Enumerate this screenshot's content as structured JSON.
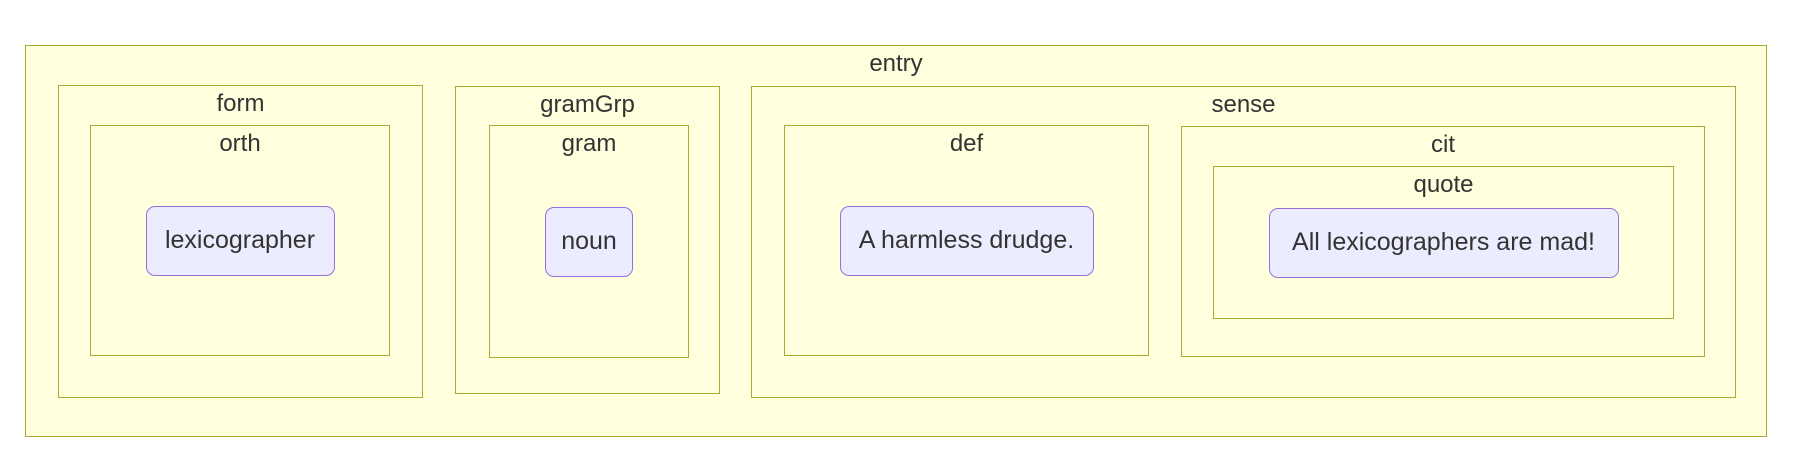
{
  "diagram": {
    "type": "nested-box-tree",
    "colors": {
      "page_background": "#ffffff",
      "cluster_fill": "#ffffde",
      "cluster_border": "#aaaa33",
      "node_fill": "#ECECFF",
      "node_border": "#9370DB",
      "text": "#333333"
    },
    "clusters": {
      "entry": {
        "label": "entry"
      },
      "form": {
        "label": "form"
      },
      "orth": {
        "label": "orth"
      },
      "gramGrp": {
        "label": "gramGrp"
      },
      "gram": {
        "label": "gram"
      },
      "sense": {
        "label": "sense"
      },
      "def": {
        "label": "def"
      },
      "cit": {
        "label": "cit"
      },
      "quote": {
        "label": "quote"
      }
    },
    "nodes": {
      "lexicographer": {
        "label": "lexicographer"
      },
      "noun": {
        "label": "noun"
      },
      "def_text": {
        "label": "A harmless drudge."
      },
      "quote_text": {
        "label": "All lexicographers are mad!"
      }
    }
  }
}
